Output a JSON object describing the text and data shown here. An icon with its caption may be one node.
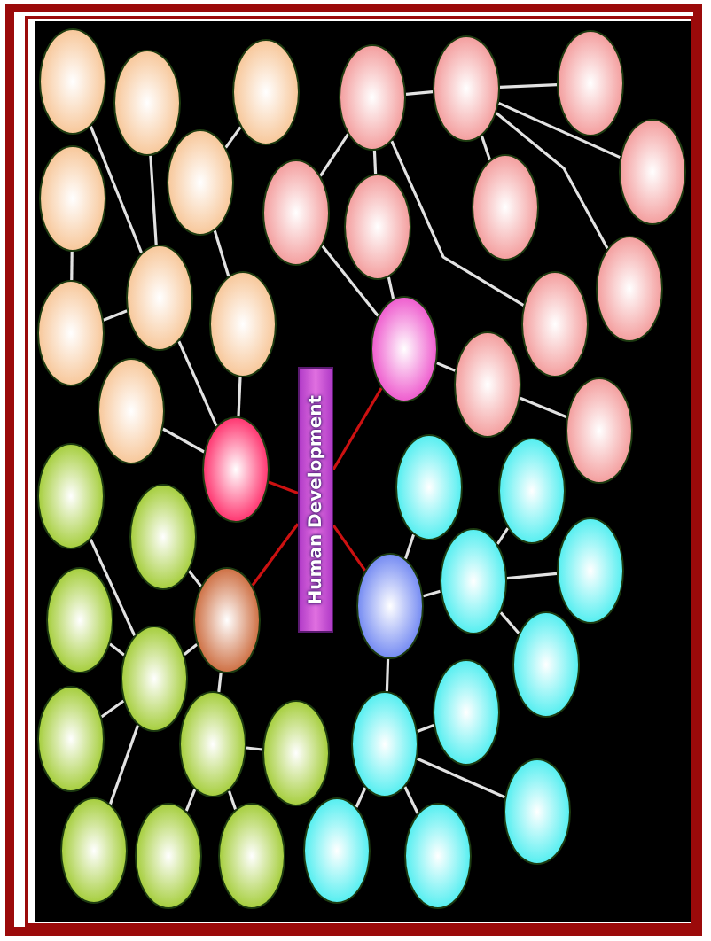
{
  "diagram": {
    "nodes": [
      {
        "text": [
          "Human Development"
        ]
      },
      {
        "text": [],
        "shape": "ellipse"
      },
      {
        "text": [],
        "shape": "ellipse"
      },
      {
        "text": [],
        "shape": "ellipse"
      },
      {
        "text": [],
        "shape": "ellipse"
      },
      {
        "text": [],
        "shape": "ellipse"
      },
      {
        "text": [],
        "shape": "ellipse"
      },
      {
        "text": [],
        "shape": "ellipse"
      },
      {
        "text": [],
        "shape": "ellipse"
      },
      {
        "text": [],
        "shape": "ellipse"
      },
      {
        "text": [],
        "shape": "ellipse"
      },
      {
        "text": [],
        "shape": "ellipse"
      },
      {
        "text": [],
        "shape": "ellipse"
      },
      {
        "text": [],
        "shape": "ellipse"
      },
      {
        "text": [],
        "shape": "ellipse"
      },
      {
        "text": [],
        "shape": "ellipse"
      },
      {
        "text": [],
        "shape": "ellipse"
      },
      {
        "text": [],
        "shape": "ellipse"
      },
      {
        "text": [],
        "shape": "ellipse"
      },
      {
        "text": [],
        "shape": "ellipse"
      },
      {
        "text": [],
        "shape": "ellipse"
      },
      {
        "text": [],
        "shape": "ellipse"
      },
      {
        "text": [],
        "shape": "ellipse"
      },
      {
        "text": [],
        "shape": "ellipse"
      },
      {
        "text": [],
        "shape": "ellipse"
      },
      {
        "text": [],
        "shape": "ellipse"
      },
      {
        "text": [],
        "shape": "ellipse"
      },
      {
        "text": [],
        "shape": "ellipse"
      },
      {
        "text": [],
        "shape": "ellipse"
      },
      {
        "text": [],
        "shape": "ellipse"
      },
      {
        "text": [],
        "shape": "ellipse"
      },
      {
        "text": [],
        "shape": "ellipse"
      },
      {
        "text": [],
        "shape": "ellipse"
      },
      {
        "text": [],
        "shape": "ellipse"
      },
      {
        "text": [],
        "shape": "ellipse"
      },
      {
        "text": [],
        "shape": "ellipse"
      },
      {
        "text": [],
        "shape": "ellipse"
      },
      {
        "text": [],
        "shape": "ellipse"
      },
      {
        "text": [],
        "shape": "ellipse"
      },
      {
        "text": [],
        "shape": "ellipse"
      },
      {
        "text": [],
        "shape": "ellipse"
      },
      {
        "text": [],
        "shape": "ellipse"
      },
      {
        "text": [],
        "shape": "ellipse"
      },
      {
        "text": [],
        "shape": "ellipse"
      },
      {
        "text": [],
        "shape": "ellipse"
      }
    ],
    "edges": [
      {
        "from": 1,
        "to": 7,
        "arrow": "none"
      },
      {
        "from": 2,
        "to": 7,
        "arrow": "none"
      },
      {
        "from": 3,
        "to": 5,
        "arrow": "none"
      },
      {
        "from": 5,
        "to": 8,
        "arrow": "none"
      },
      {
        "from": 4,
        "to": 6,
        "arrow": "none"
      },
      {
        "from": 6,
        "to": 7,
        "arrow": "none"
      },
      {
        "from": 7,
        "to": 10,
        "arrow": "none"
      },
      {
        "from": 8,
        "to": 10,
        "arrow": "none"
      },
      {
        "from": 9,
        "to": 10,
        "arrow": "none"
      },
      {
        "from": 11,
        "to": 12,
        "arrow": "none"
      },
      {
        "from": 12,
        "to": 13,
        "arrow": "none"
      },
      {
        "from": 12,
        "to": 14,
        "arrow": "none"
      },
      {
        "from": 12,
        "to": 15,
        "arrow": "none"
      },
      {
        "from": 12,
        "to": 18,
        "arrow": "none"
      },
      {
        "from": 11,
        "to": 19,
        "arrow": "none"
      },
      {
        "from": 11,
        "to": 17,
        "arrow": "none"
      },
      {
        "from": 17,
        "to": 20,
        "arrow": "none"
      },
      {
        "from": 20,
        "to": 21,
        "arrow": "none"
      },
      {
        "from": 21,
        "to": 22,
        "arrow": "none"
      },
      {
        "from": 16,
        "to": 11,
        "arrow": "none"
      },
      {
        "from": 16,
        "to": 20,
        "arrow": "none"
      },
      {
        "from": 23,
        "to": 27,
        "arrow": "none"
      },
      {
        "from": 24,
        "to": 25,
        "arrow": "none"
      },
      {
        "from": 26,
        "to": 27,
        "arrow": "none"
      },
      {
        "from": 28,
        "to": 27,
        "arrow": "none"
      },
      {
        "from": 27,
        "to": 25,
        "arrow": "none"
      },
      {
        "from": 25,
        "to": 29,
        "arrow": "none"
      },
      {
        "from": 29,
        "to": 30,
        "arrow": "none"
      },
      {
        "from": 27,
        "to": 31,
        "arrow": "none"
      },
      {
        "from": 29,
        "to": 32,
        "arrow": "none"
      },
      {
        "from": 29,
        "to": 33,
        "arrow": "none"
      },
      {
        "from": 38,
        "to": 34,
        "arrow": "none"
      },
      {
        "from": 38,
        "to": 37,
        "arrow": "none"
      },
      {
        "from": 37,
        "to": 35,
        "arrow": "none"
      },
      {
        "from": 37,
        "to": 36,
        "arrow": "none"
      },
      {
        "from": 37,
        "to": 39,
        "arrow": "none"
      },
      {
        "from": 38,
        "to": 41,
        "arrow": "none"
      },
      {
        "from": 41,
        "to": 40,
        "arrow": "none"
      },
      {
        "from": 41,
        "to": 42,
        "arrow": "none"
      },
      {
        "from": 41,
        "to": 44,
        "arrow": "none"
      },
      {
        "from": 41,
        "to": 43,
        "arrow": "none"
      },
      {
        "from": 0,
        "to": 10,
        "arrow": "none",
        "color": "#cc1111"
      },
      {
        "from": 0,
        "to": 20,
        "arrow": "none",
        "color": "#cc1111"
      },
      {
        "from": 0,
        "to": 25,
        "arrow": "none",
        "color": "#cc1111"
      },
      {
        "from": 0,
        "to": 38,
        "arrow": "none",
        "color": "#cc1111"
      }
    ]
  }
}
